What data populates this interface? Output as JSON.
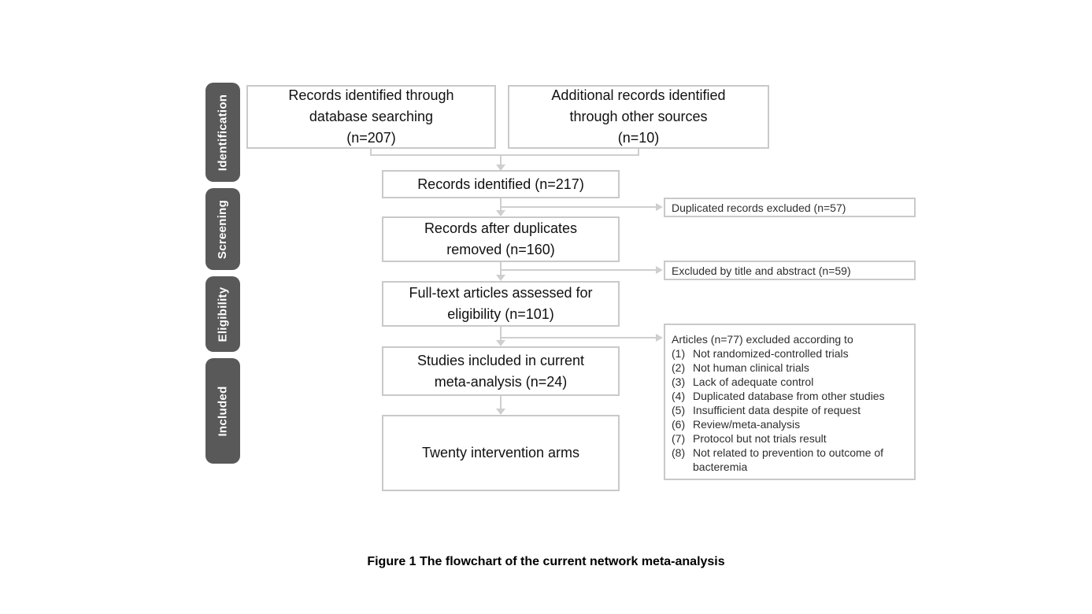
{
  "palette": {
    "box_border": "#c9c9c9",
    "connector": "#cfcfcf",
    "sidebar_bg": "#595959",
    "sidebar_text": "#ffffff",
    "box_text": "#111111",
    "side_text": "#2e2e2e"
  },
  "sidebar": {
    "stages": [
      {
        "label": "Identification"
      },
      {
        "label": "Screening"
      },
      {
        "label": "Eligibility"
      },
      {
        "label": "Included"
      }
    ]
  },
  "flow_boxes": {
    "db_search": [
      "Records identified through",
      "database searching",
      "(n=207)"
    ],
    "other_sources": [
      "Additional records identified",
      "through other sources",
      "(n=10)"
    ],
    "identified": [
      "Records identified (n=217)"
    ],
    "after_duplicates": [
      "Records after duplicates",
      "removed (n=160)"
    ],
    "fulltext": [
      "Full-text articles assessed for",
      "eligibility (n=101)"
    ],
    "included_studies": [
      "Studies included in current",
      "meta-analysis (n=24)"
    ],
    "arms": [
      "Twenty intervention arms"
    ]
  },
  "exclusion_boxes": {
    "duplicates": "Duplicated records excluded (n=57)",
    "title_abstract": "Excluded by title and abstract (n=59)",
    "fulltext_excluded": {
      "header": "Articles (n=77) excluded according to",
      "reasons": [
        {
          "num": "(1)",
          "text": "Not randomized-controlled trials"
        },
        {
          "num": "(2)",
          "text": "Not human clinical trials"
        },
        {
          "num": "(3)",
          "text": "Lack of adequate control"
        },
        {
          "num": "(4)",
          "text": "Duplicated database from other studies"
        },
        {
          "num": "(5)",
          "text": "Insufficient data despite of request"
        },
        {
          "num": "(6)",
          "text": "Review/meta-analysis"
        },
        {
          "num": "(7)",
          "text": "Protocol but not trials result"
        },
        {
          "num": "(8)",
          "text": "Not related to prevention to outcome of bacteremia"
        }
      ]
    }
  },
  "caption": "Figure 1 The flowchart of the current network meta-analysis"
}
